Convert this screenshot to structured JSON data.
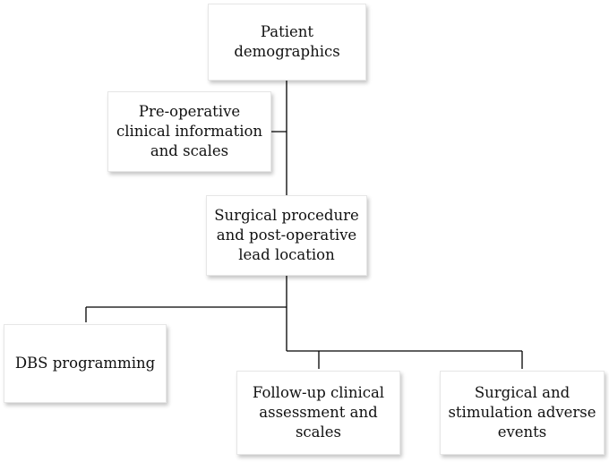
{
  "nodes": {
    "patient": "Patient\ndemographics",
    "preop": "Pre-operative\nclinical information\nand scales",
    "surgical": "Surgical procedure\nand post-operative\nlead location",
    "dbs": "DBS programming",
    "followup": "Follow-up clinical\nassessment and\nscales",
    "adverse": "Surgical and\nstimulation adverse\nevents"
  },
  "colors": {
    "line": "#000000",
    "box_border": "#e6e6e6",
    "box_background": "#ffffff"
  }
}
